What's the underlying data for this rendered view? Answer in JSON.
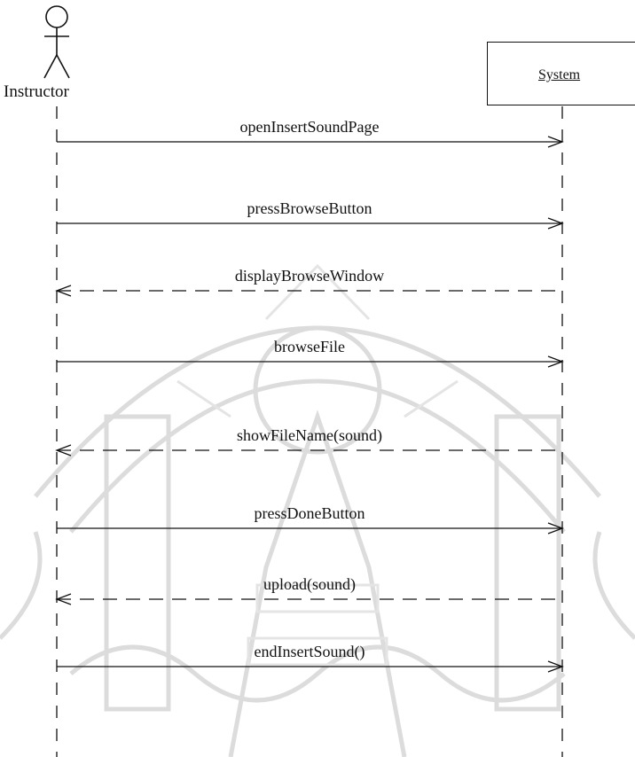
{
  "actor": {
    "name": "Instructor",
    "icon": "stick-figure-icon"
  },
  "system": {
    "name": "System"
  },
  "messages": [
    {
      "label": "openInsertSoundPage",
      "direction": "to-system",
      "style": "solid"
    },
    {
      "label": "pressBrowseButton",
      "direction": "to-system",
      "style": "solid"
    },
    {
      "label": "displayBrowseWindow",
      "direction": "to-actor",
      "style": "dashed"
    },
    {
      "label": "browseFile",
      "direction": "to-system",
      "style": "solid"
    },
    {
      "label": "showFileName(sound)",
      "direction": "to-actor",
      "style": "dashed"
    },
    {
      "label": "pressDoneButton",
      "direction": "to-system",
      "style": "solid"
    },
    {
      "label": "upload(sound)",
      "direction": "to-actor",
      "style": "dashed"
    },
    {
      "label": "endInsertSound()",
      "direction": "to-system",
      "style": "solid"
    }
  ],
  "colors": {
    "ink": "#111111",
    "watermark": "#d9d9d9",
    "background": "#ffffff"
  }
}
